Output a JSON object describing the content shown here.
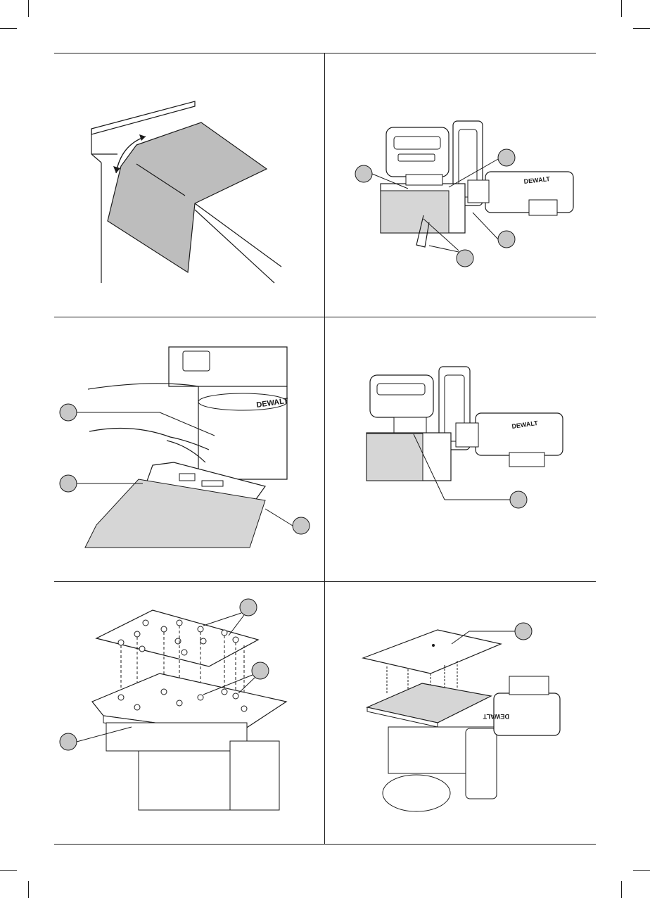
{
  "page": {
    "panels": [
      {
        "id": "fig-a",
        "subject": "sandpaper folded over table edge"
      },
      {
        "id": "fig-b",
        "subject": "sander with paper clamp callouts"
      },
      {
        "id": "fig-c",
        "subject": "paper clamp lever close-up"
      },
      {
        "id": "fig-d",
        "subject": "sander with clamp callout"
      },
      {
        "id": "fig-e",
        "subject": "punch plate alignment"
      },
      {
        "id": "fig-f",
        "subject": "punch plate installation"
      }
    ],
    "colors": {
      "ink": "#1a1a1a",
      "callout_fill": "#c8c8c8",
      "sandpaper_fill": "#d6d6d6",
      "paper_fill": "#bdbdbd"
    }
  }
}
